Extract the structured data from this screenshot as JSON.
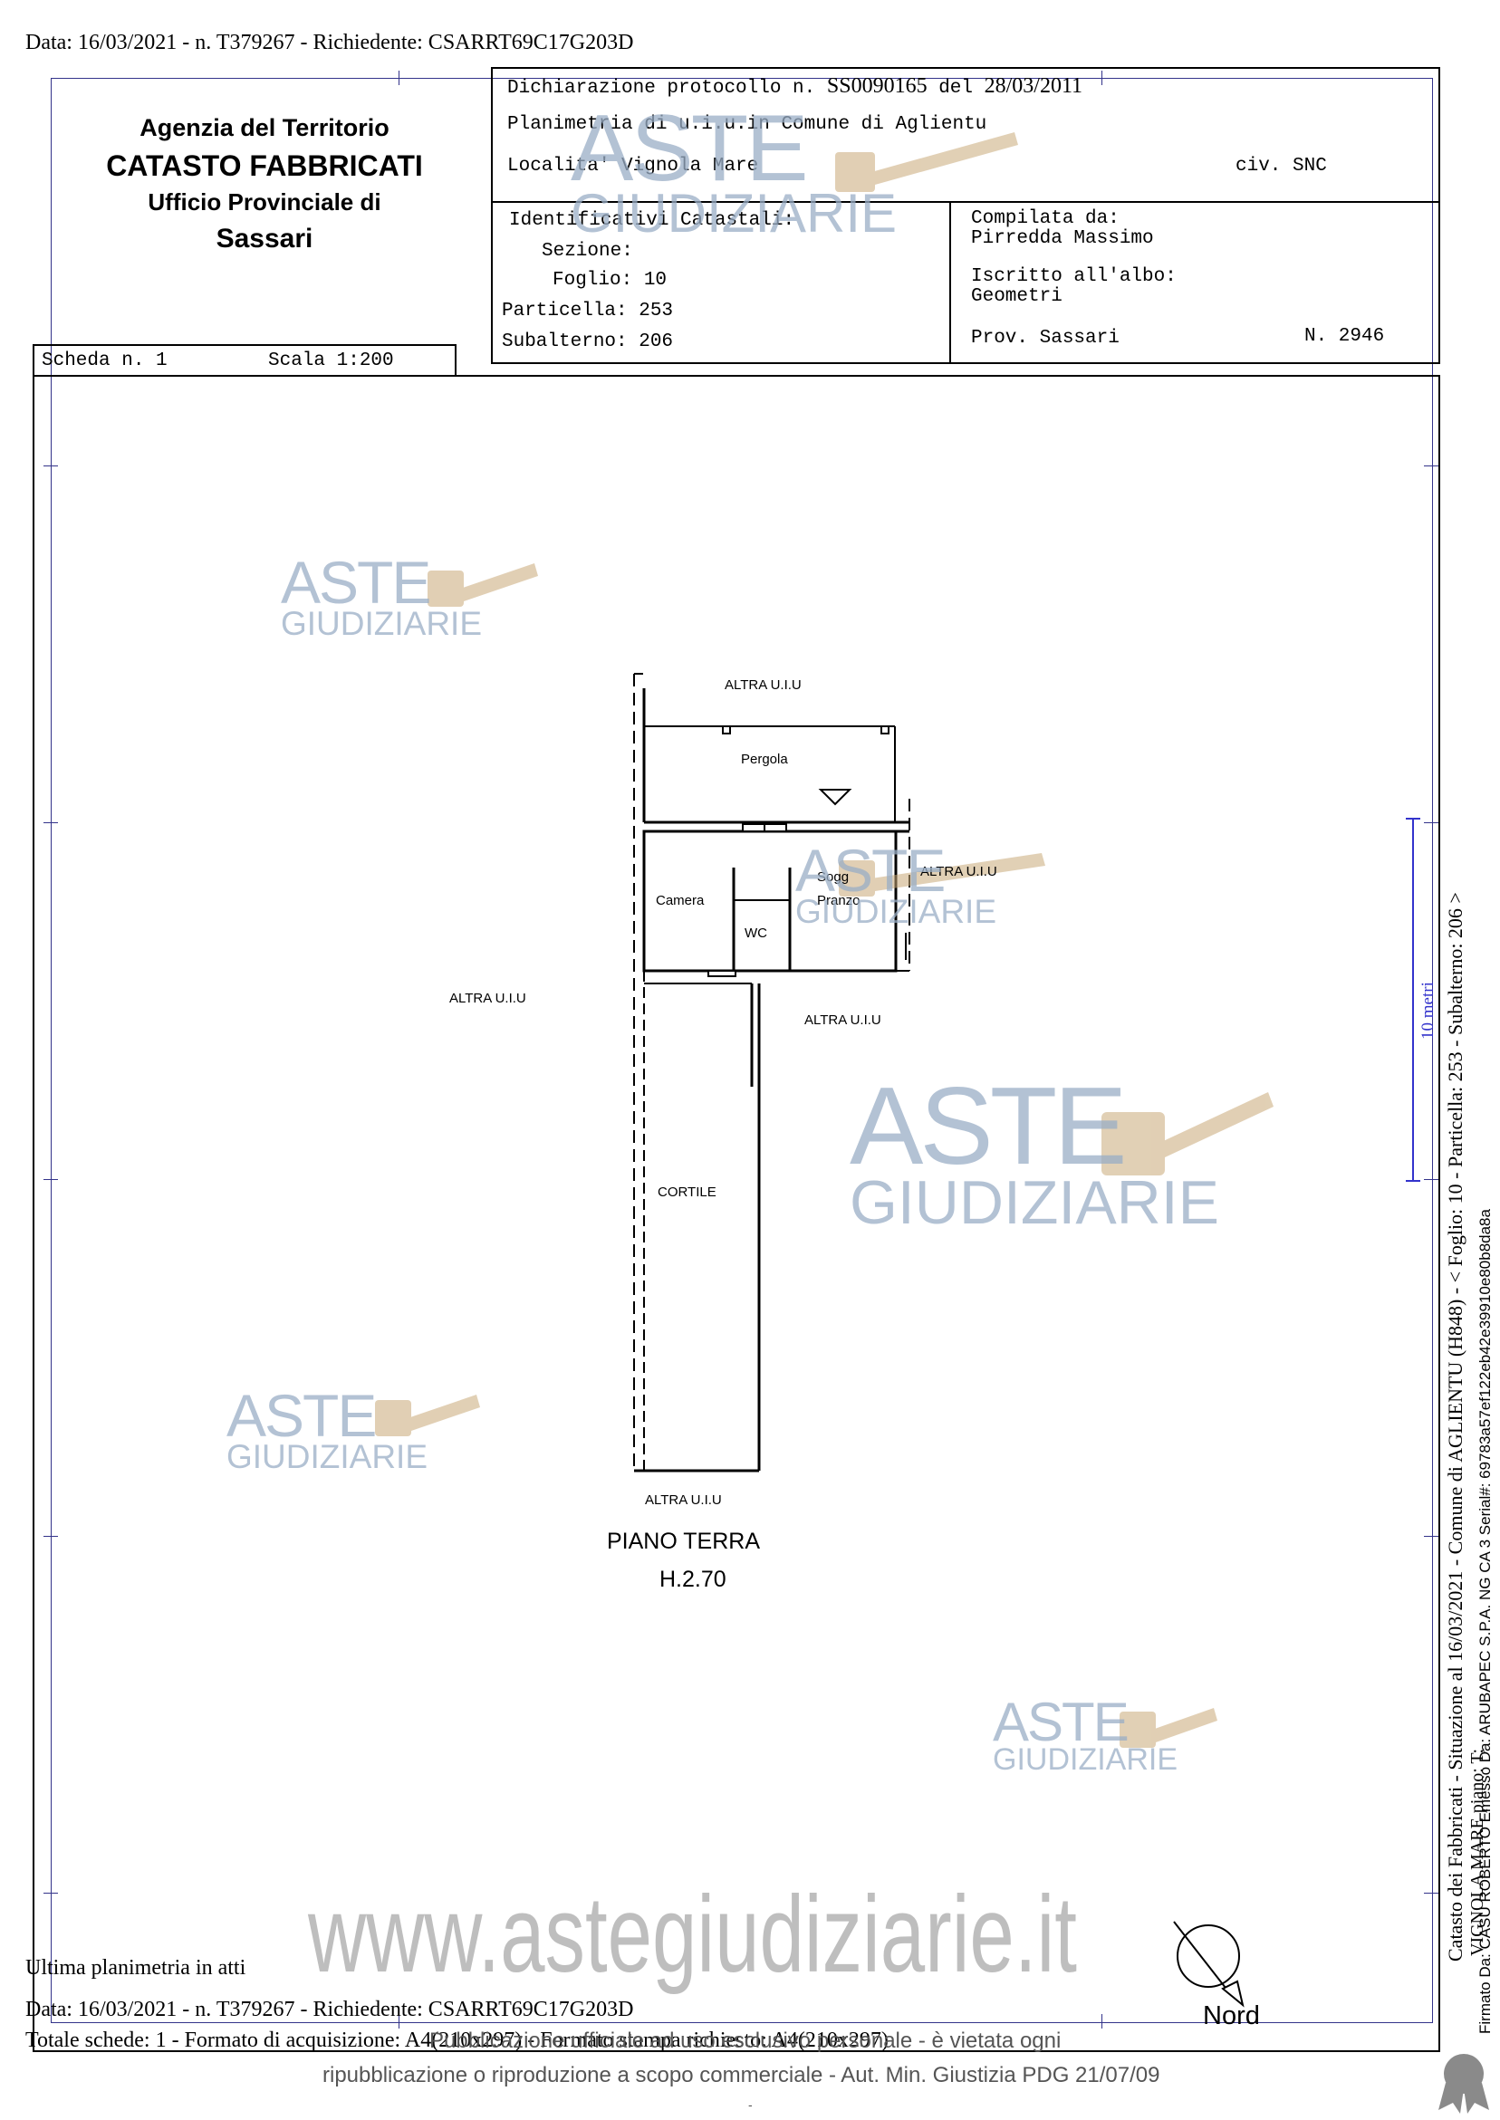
{
  "header_line": "Data: 16/03/2021 - n. T379267 - Richiedente: CSARRT69C17G203D",
  "office": {
    "line1": "Agenzia del Territorio",
    "line2": "CATASTO FABBRICATI",
    "line3": "Ufficio Provinciale di",
    "line4": "Sassari"
  },
  "declaration": {
    "protocol_prefix": "Dichiarazione protocollo n.",
    "protocol_number": "SS0090165",
    "date_prefix": "del",
    "date": "28/03/2011",
    "planimetria": "Planimetria di u.i.u.in Comune di Aglientu",
    "localita": "Localita' Vignola Mare",
    "civ": "civ. SNC"
  },
  "identificativi": {
    "title": "Identificativi Catastali:",
    "sezione": "Sezione:",
    "foglio": "Foglio: 10",
    "particella": "Particella: 253",
    "subalterno": "Subalterno: 206"
  },
  "compilatore": {
    "compilata_label": "Compilata da:",
    "compilata_name": "Pirredda Massimo",
    "iscritto_label": "Iscritto all'albo:",
    "iscritto_value": "Geometri",
    "prov": "Prov. Sassari",
    "numero": "N.  2946"
  },
  "scheda": {
    "label": "Scheda n. 1",
    "scala": "Scala 1:200"
  },
  "plan": {
    "labels": {
      "altra_top": "ALTRA U.I.U",
      "pergola": "Pergola",
      "camera": "Camera",
      "wc": "WC",
      "sogg": "Sogg",
      "pranzo": "Pranzo",
      "altra_right": "ALTRA U.I.U",
      "altra_left": "ALTRA U.I.U",
      "altra_mid": "ALTRA U.I.U",
      "cortile": "CORTILE",
      "altra_bottom": "ALTRA U.I.U"
    },
    "piano": "PIANO TERRA",
    "altezza": "H.2.70"
  },
  "watermark": {
    "aste": "ASTE",
    "giudiziarie": "GIUDIZIARIE",
    "site": "www.astegiudiziarie.it"
  },
  "north_label": "Nord",
  "scale_bar_label": "10 metri",
  "footer": {
    "ultima": "Ultima planimetria in atti",
    "data_line": "Data: 16/03/2021 - n. T379267 - Richiedente: CSARRT69C17G203D",
    "totale_a": "Totale schede: 1 - Formato di acquisizio",
    "totale_b": "ne: A4(210x297) - Formato stampa richiesto: A4(210x297)",
    "pub1": "Pubblicazione ufficiale ad uso esclusivo personale - è vietata ogni",
    "pub2": "ripubblicazione o riproduzione a scopo commerciale - Aut. Min. Giustizia PDG 21/07/09"
  },
  "side": {
    "catasto_line": "Catasto dei Fabbricati - Situazione al 16/03/2021 - Comune di AGLIENTU (H848) - < Foglio: 10 - Particella: 253 - Subalterno: 206 >",
    "location_line": "VIGNOLA MARE piano: T;",
    "firmato_line": "Firmato Da: CASU ROBERTO Emesso Da: ARUBAPEC S.P.A. NG CA 3 Serial#: 69783a57ef122eb42e39910e80b8da8a"
  },
  "colors": {
    "frame": "#33338a",
    "watermark": "#9aaec6",
    "gavel": "#c9a978"
  }
}
